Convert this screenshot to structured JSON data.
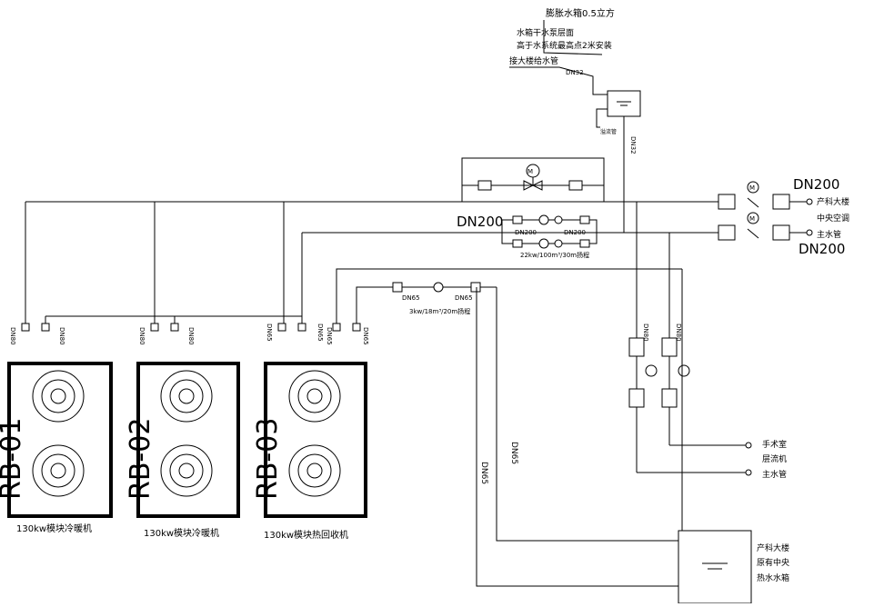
{
  "tank_small": {
    "title": "膨胀水箱0.5立方",
    "note1": "水箱干水泵层面",
    "note2": "高于水系统最高点2米安装",
    "note3": "接大楼给水管",
    "pipe_in": "DN32",
    "overflow": "溢流管",
    "pipe_down": "DN32"
  },
  "main_pipes": {
    "supply_size": "DN200",
    "return_size": "DN200",
    "header_size": "DN200",
    "dest_line1": "产科大楼",
    "dest_line2": "中央空调",
    "dest_line3": "主水管"
  },
  "pump_group": {
    "size_a": "DN200",
    "size_b": "DN200",
    "spec": "22kw/100m³/30m扬程"
  },
  "hot_pump": {
    "size_a": "DN65",
    "size_b": "DN65",
    "spec": "3kw/18m³/20m扬程"
  },
  "branch": {
    "size_a": "DN80",
    "size_b": "DN80",
    "dest_line1": "手术室",
    "dest_line2": "层流机",
    "dest_line3": "主水管"
  },
  "units": [
    {
      "label": "RB-01",
      "caption": "130kw模块冷暖机",
      "pipe_a": "DN80",
      "pipe_b": "DN80"
    },
    {
      "label": "RB-02",
      "caption": "130kw模块冷暖机",
      "pipe_a": "DN80",
      "pipe_b": "DN80"
    },
    {
      "label": "RB-03",
      "caption": "130kw模块热回收机",
      "pipe_a": "DN65",
      "pipe_b": "DN65",
      "pipe_c": "DN65",
      "pipe_d": "DN65"
    }
  ],
  "hot_tank": {
    "line1": "产科大楼",
    "line2": "原有中央",
    "line3": "热水水箱",
    "pipe_1": "DN65",
    "pipe_2": "DN65"
  },
  "colors": {
    "line": "#000000",
    "background": "#ffffff"
  }
}
